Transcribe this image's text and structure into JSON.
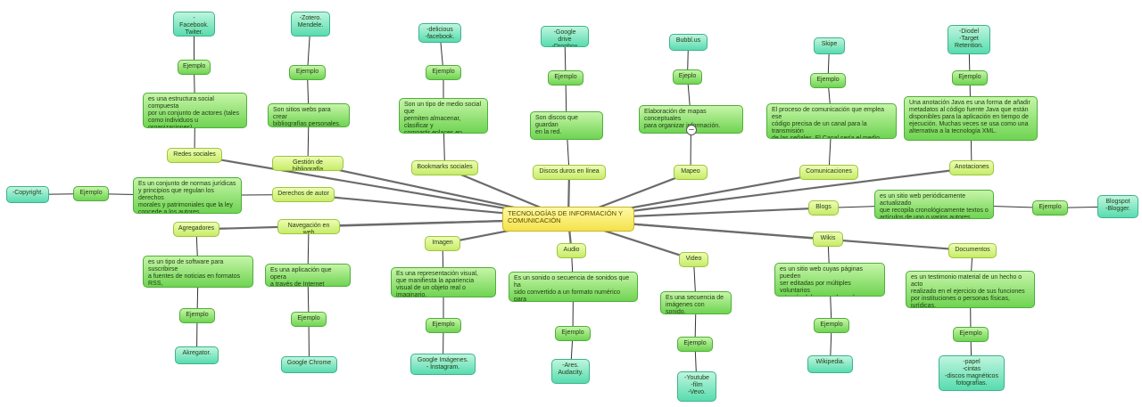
{
  "central": "TECNOLOGÍAS DE INFORMACIÓN Y\nCOMUNICACIÓN",
  "nodes": {
    "redes_sociales": "Redes sociales",
    "redes_def": "es una estructura social compuesta\npor un conjunto de actores (tales\ncomo individuos u organizaciones)",
    "redes_ejemplo": "Ejemplo",
    "redes_leaf": "-Facebook.\nTwiter.",
    "gestion": "Gestión de bibliografía",
    "gestion_def": "Son sitios webs para crear\nbibliografías personales.",
    "gestion_ejemplo": "Ejemplo",
    "gestion_leaf": "-Zotero.\nMendele.",
    "bookmarks": "Bookmarks sociales",
    "bookmarks_def": "Son un tipo de medio social que\npermiten almacenar, clasificar y\ncompartir enlaces en Internet o\nen una Intranet.",
    "bookmarks_ejemplo": "Ejemplo",
    "bookmarks_leaf": "-delicious\n-facebook.",
    "discos": "Discos duros en línea",
    "discos_def": "Son discos que guardan\nen la red.",
    "discos_ejemplo": "Ejemplo",
    "discos_leaf": "-Google drive\n-Dropbox",
    "mapeo": "Mapeo",
    "mapeo_def": "Elaboración de mapas conceptuales\npara organizar información.",
    "mapeo_ejemplo": "Ejeplo",
    "mapeo_leaf": "Bubbl.us",
    "comunicaciones": "Comunicaciones",
    "comunicaciones_def": "El proceso de comunicación que emplea ese\ncódigo precisa de un canal para la transmisión\nde las señales. El Canal sería el medio físico\na través del cual se transmite la comunicación.",
    "comunicaciones_ejemplo": "Ejemplo",
    "comunicaciones_leaf": "Skipe",
    "anotaciones": "Anotaciones",
    "anotaciones_def": "Una anotación Java es una forma de añadir\nmetadatos al código fuente Java que están\ndisponibles para la aplicación en tiempo de\nejecución. Muchas veces se usa como una\nalternativa a la tecnología XML.",
    "anotaciones_ejemplo": "Ejemplo",
    "anotaciones_leaf": "-Diodel\n-Target\nRetention.",
    "blogs": "Blogs",
    "blogs_def": "es un sitio web periódicamente actualizado\nque recopila cronológicamente textos o\nartículos de uno o varios autores",
    "blogs_ejemplo": "Ejemplo",
    "blogs_leaf": "Blogspot\n-Blogger.",
    "wikis": "Wikis",
    "wikis_def": "es un sitio web cuyas páginas pueden\nser editadas por múltiples voluntarios\na través del navegador web.",
    "wikis_ejemplo": "Ejemplo",
    "wikis_leaf": "Wikipedia.",
    "documentos": "Documentos",
    "documentos_def": "es un testimonio material de un hecho o acto\nrealizado en el ejercicio de sus funciones\npor instituciones o personas físicas, jurídicas,\npúblicas o privadas",
    "documentos_ejemplo": "Ejemplo",
    "documentos_leaf": "-papel\n-cintas\n-discos magnéticos\nfotografías.",
    "video": "Video",
    "video_def": "Es una secuencia de\nimágenes con sonido.",
    "video_ejemplo": "Ejemplo",
    "video_leaf": "-Youtube\n-film\n-Vevo.",
    "audio": "Audio",
    "audio_def": "Es un sonido o secuencia de sonidos que ha\nsido convertido a un formato numérico para\npoder ser almacenado en un ordenador.",
    "audio_ejemplo": "Ejemplo",
    "audio_leaf": "-Ares.\nAudacity.",
    "imagen": "Imagen",
    "imagen_def": "Es una representación visual,\nque manifiesta la apariencia\nvisual de un objeto real o imaginario.",
    "imagen_ejemplo": "Ejemplo",
    "imagen_leaf": "Google Imágenes.\n- Instagram.",
    "navegacion": "Navegación en web",
    "navegacion_def": "Es una aplicación que opera\na través de Internet",
    "navegacion_ejemplo": "Ejemplo",
    "navegacion_leaf": "Google Chrome",
    "agregadores": "Agregadores",
    "agregadores_def": "es un tipo de software para suscribirse\na fuentes de noticias en formatos RSS,\nAtom y otros derivados de XML/RDF.",
    "agregadores_ejemplo": "Ejemplo",
    "agregadores_leaf": "Akregator.",
    "derechos": "Derechos de autor",
    "derechos_def": "Es un conjunto de normas jurídicas\ny principios que regulan los derechos\nmorales y patrimoniales que la ley\nconcede a los autores.",
    "derechos_ejemplo": "Ejemplo",
    "derechos_leaf": "-Copyright."
  }
}
